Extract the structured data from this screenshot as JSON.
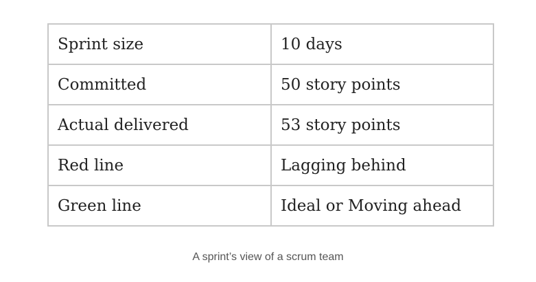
{
  "table": {
    "rows": [
      {
        "label": "Sprint size",
        "value": "10 days"
      },
      {
        "label": "Committed",
        "value": "50 story points"
      },
      {
        "label": "Actual delivered",
        "value": "53 story points"
      },
      {
        "label": "Red line",
        "value": "Lagging behind"
      },
      {
        "label": "Green line",
        "value": "Ideal or Moving ahead"
      }
    ]
  },
  "caption": "A sprint’s view of a scrum team",
  "colors": {
    "border": "#c8c8c8",
    "text": "#222222",
    "caption": "#555555",
    "background": "#ffffff"
  }
}
